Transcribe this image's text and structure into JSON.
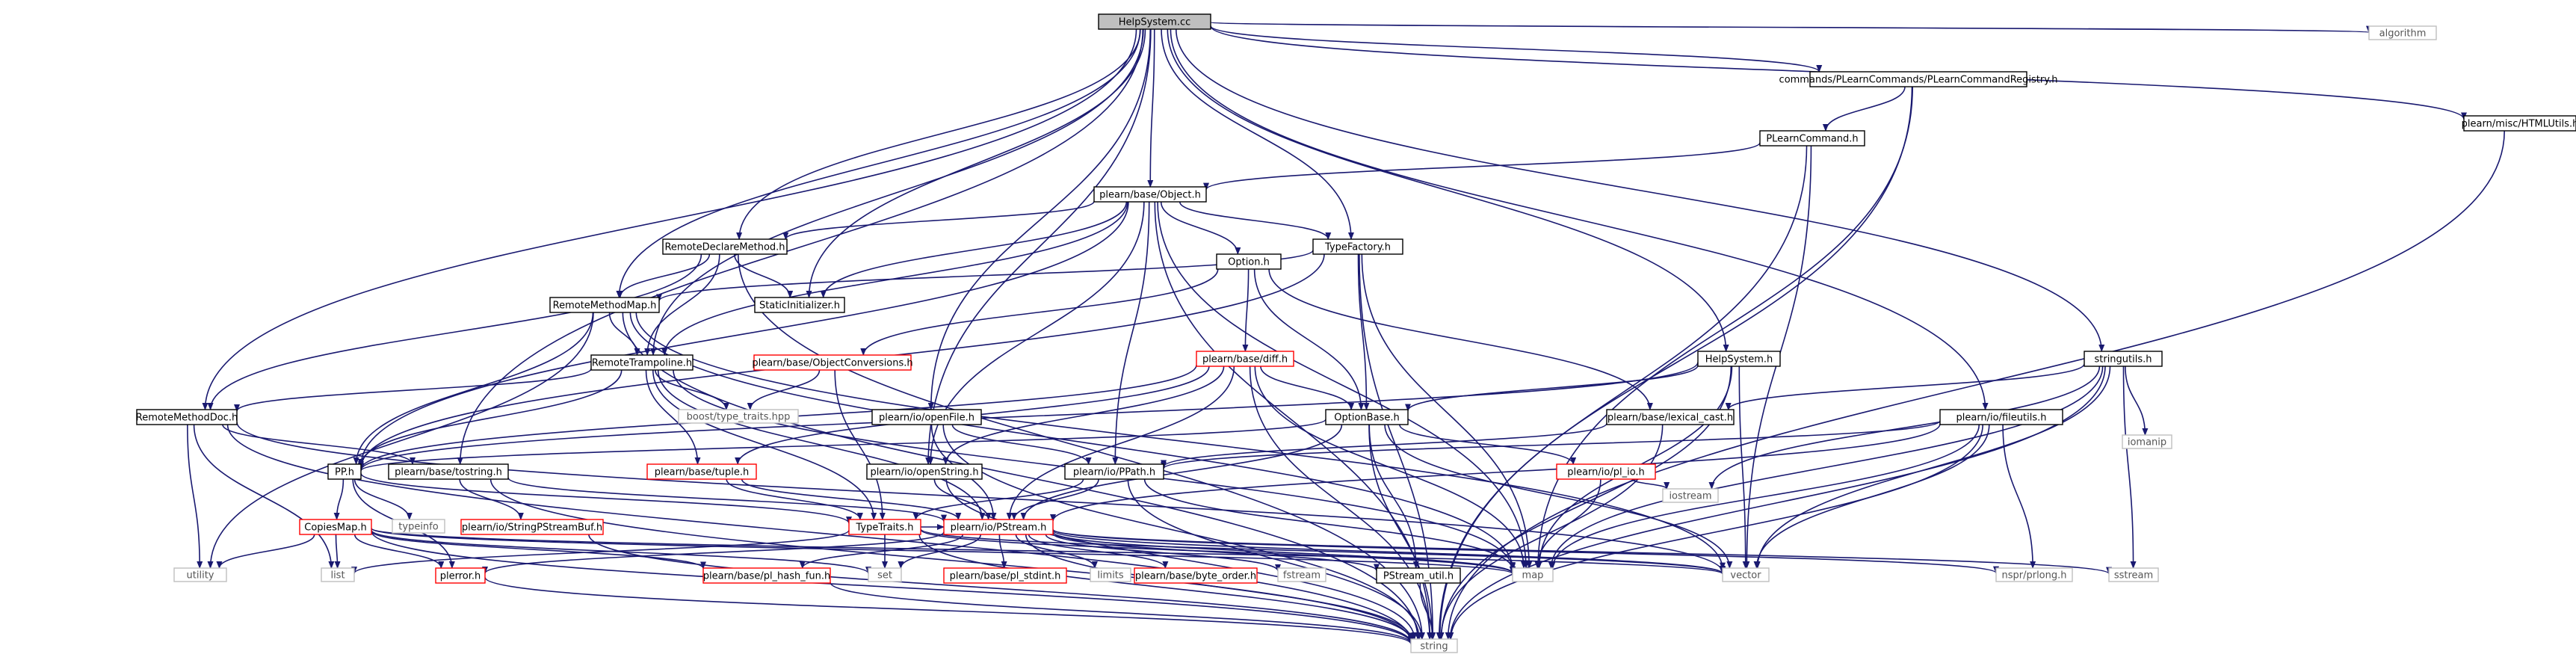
{
  "graph": {
    "colors": {
      "edge": "#191970",
      "root_fill": "#bfbfbf",
      "root_stroke": "#000000",
      "normal_stroke": "#000000",
      "external_stroke": "#bfbfbf",
      "external_text": "#555555",
      "undocumented_stroke": "#ff0000",
      "text": "#000000"
    },
    "legend_note": "",
    "nodes": [
      {
        "id": "helpsystem_cc",
        "label": "HelpSystem.cc",
        "kind": "root"
      },
      {
        "id": "algorithm",
        "label": "algorithm",
        "kind": "external"
      },
      {
        "id": "plearncommandregistry",
        "label": "commands/PLearnCommands/PLearnCommandRegistry.h",
        "kind": "normal"
      },
      {
        "id": "htmlutils",
        "label": "plearn/misc/HTMLUtils.h",
        "kind": "normal"
      },
      {
        "id": "plearncommand",
        "label": "PLearnCommand.h",
        "kind": "normal"
      },
      {
        "id": "object",
        "label": "plearn/base/Object.h",
        "kind": "normal"
      },
      {
        "id": "remotedeclaremethod",
        "label": "RemoteDeclareMethod.h",
        "kind": "normal"
      },
      {
        "id": "typefactory",
        "label": "TypeFactory.h",
        "kind": "normal"
      },
      {
        "id": "remotemethodmap",
        "label": "RemoteMethodMap.h",
        "kind": "normal"
      },
      {
        "id": "staticinitializer",
        "label": "StaticInitializer.h",
        "kind": "normal"
      },
      {
        "id": "option",
        "label": "Option.h",
        "kind": "normal"
      },
      {
        "id": "objectconversions",
        "label": "plearn/base/ObjectConversions.h",
        "kind": "undocumented"
      },
      {
        "id": "diff",
        "label": "plearn/base/diff.h",
        "kind": "undocumented"
      },
      {
        "id": "helpsystem_h",
        "label": "HelpSystem.h",
        "kind": "normal"
      },
      {
        "id": "stringutils",
        "label": "stringutils.h",
        "kind": "normal"
      },
      {
        "id": "remotetrampoline",
        "label": "RemoteTrampoline.h",
        "kind": "normal"
      },
      {
        "id": "typetraits_hpp",
        "label": "boost/type_traits.hpp",
        "kind": "external"
      },
      {
        "id": "openfile",
        "label": "plearn/io/openFile.h",
        "kind": "normal"
      },
      {
        "id": "optionbase",
        "label": "OptionBase.h",
        "kind": "normal"
      },
      {
        "id": "lexical_cast",
        "label": "plearn/base/lexical_cast.h",
        "kind": "normal"
      },
      {
        "id": "fileutils",
        "label": "plearn/io/fileutils.h",
        "kind": "normal"
      },
      {
        "id": "iomanip",
        "label": "iomanip",
        "kind": "external"
      },
      {
        "id": "remotemethoddoc",
        "label": "RemoteMethodDoc.h",
        "kind": "normal"
      },
      {
        "id": "tuple",
        "label": "plearn/base/tuple.h",
        "kind": "undocumented"
      },
      {
        "id": "openstring",
        "label": "plearn/io/openString.h",
        "kind": "normal"
      },
      {
        "id": "ppath",
        "label": "plearn/io/PPath.h",
        "kind": "normal"
      },
      {
        "id": "pl_io",
        "label": "plearn/io/pl_io.h",
        "kind": "undocumented"
      },
      {
        "id": "pp",
        "label": "PP.h",
        "kind": "normal"
      },
      {
        "id": "tostring",
        "label": "plearn/base/tostring.h",
        "kind": "normal"
      },
      {
        "id": "iostream",
        "label": "iostream",
        "kind": "external"
      },
      {
        "id": "typeinfo",
        "label": "typeinfo",
        "kind": "external"
      },
      {
        "id": "stringpstreambuf",
        "label": "plearn/io/StringPStreamBuf.h",
        "kind": "undocumented"
      },
      {
        "id": "typetraits_h",
        "label": "TypeTraits.h",
        "kind": "undocumented"
      },
      {
        "id": "pstream",
        "label": "plearn/io/PStream.h",
        "kind": "undocumented"
      },
      {
        "id": "copiesmap",
        "label": "CopiesMap.h",
        "kind": "undocumented"
      },
      {
        "id": "utility",
        "label": "utility",
        "kind": "external"
      },
      {
        "id": "list",
        "label": "list",
        "kind": "external"
      },
      {
        "id": "plerror",
        "label": "plerror.h",
        "kind": "undocumented"
      },
      {
        "id": "pl_hash_fun",
        "label": "plearn/base/pl_hash_fun.h",
        "kind": "undocumented"
      },
      {
        "id": "set",
        "label": "set",
        "kind": "external"
      },
      {
        "id": "pl_stdint",
        "label": "plearn/base/pl_stdint.h",
        "kind": "undocumented"
      },
      {
        "id": "limits",
        "label": "limits",
        "kind": "external"
      },
      {
        "id": "byte_order",
        "label": "plearn/base/byte_order.h",
        "kind": "undocumented"
      },
      {
        "id": "fstream",
        "label": "fstream",
        "kind": "external"
      },
      {
        "id": "pstream_util",
        "label": "PStream_util.h",
        "kind": "normal"
      },
      {
        "id": "map",
        "label": "map",
        "kind": "external"
      },
      {
        "id": "vector",
        "label": "vector",
        "kind": "external"
      },
      {
        "id": "prlong",
        "label": "nspr/prlong.h",
        "kind": "external"
      },
      {
        "id": "sstream",
        "label": "sstream",
        "kind": "external"
      },
      {
        "id": "string",
        "label": "string",
        "kind": "external"
      }
    ],
    "edges": [
      [
        "helpsystem_cc",
        "algorithm"
      ],
      [
        "helpsystem_cc",
        "plearncommandregistry"
      ],
      [
        "helpsystem_cc",
        "htmlutils"
      ],
      [
        "helpsystem_cc",
        "object"
      ],
      [
        "helpsystem_cc",
        "remotedeclaremethod"
      ],
      [
        "helpsystem_cc",
        "typefactory"
      ],
      [
        "helpsystem_cc",
        "remotemethodmap"
      ],
      [
        "helpsystem_cc",
        "staticinitializer"
      ],
      [
        "helpsystem_cc",
        "helpsystem_h"
      ],
      [
        "helpsystem_cc",
        "stringutils"
      ],
      [
        "helpsystem_cc",
        "remotetrampoline"
      ],
      [
        "helpsystem_cc",
        "openfile"
      ],
      [
        "helpsystem_cc",
        "fileutils"
      ],
      [
        "helpsystem_cc",
        "remotemethoddoc"
      ],
      [
        "helpsystem_cc",
        "openstring"
      ],
      [
        "helpsystem_cc",
        "tostring"
      ],
      [
        "plearncommandregistry",
        "plearncommand"
      ],
      [
        "plearncommandregistry",
        "map"
      ],
      [
        "plearncommandregistry",
        "string"
      ],
      [
        "htmlutils",
        "string"
      ],
      [
        "plearncommand",
        "object"
      ],
      [
        "plearncommand",
        "vector"
      ],
      [
        "plearncommand",
        "string"
      ],
      [
        "object",
        "remotedeclaremethod"
      ],
      [
        "object",
        "typefactory"
      ],
      [
        "object",
        "staticinitializer"
      ],
      [
        "object",
        "option"
      ],
      [
        "object",
        "remotetrampoline"
      ],
      [
        "object",
        "pp"
      ],
      [
        "object",
        "openstring"
      ],
      [
        "object",
        "ppath"
      ],
      [
        "object",
        "map"
      ],
      [
        "object",
        "string"
      ],
      [
        "remotedeclaremethod",
        "remotemethodmap"
      ],
      [
        "remotedeclaremethod",
        "staticinitializer"
      ],
      [
        "remotedeclaremethod",
        "remotetrampoline"
      ],
      [
        "remotedeclaremethod",
        "remotemethoddoc"
      ],
      [
        "remotedeclaremethod",
        "string"
      ],
      [
        "typefactory",
        "remotemethodmap"
      ],
      [
        "typefactory",
        "optionbase"
      ],
      [
        "typefactory",
        "pp"
      ],
      [
        "typefactory",
        "map"
      ],
      [
        "typefactory",
        "string"
      ],
      [
        "remotemethodmap",
        "remotetrampoline"
      ],
      [
        "remotemethodmap",
        "pp"
      ],
      [
        "remotemethodmap",
        "map"
      ],
      [
        "remotemethodmap",
        "string"
      ],
      [
        "remotemethodmap",
        "vector"
      ],
      [
        "remotemethodmap",
        "utility"
      ],
      [
        "option",
        "objectconversions"
      ],
      [
        "option",
        "diff"
      ],
      [
        "option",
        "optionbase"
      ],
      [
        "option",
        "lexical_cast"
      ],
      [
        "objectconversions",
        "typetraits_hpp"
      ],
      [
        "objectconversions",
        "typetraits_h"
      ],
      [
        "diff",
        "optionbase"
      ],
      [
        "diff",
        "pp"
      ],
      [
        "diff",
        "openstring"
      ],
      [
        "diff",
        "pstream"
      ],
      [
        "diff",
        "map"
      ],
      [
        "diff",
        "string"
      ],
      [
        "diff",
        "tuple"
      ],
      [
        "helpsystem_h",
        "optionbase"
      ],
      [
        "helpsystem_h",
        "map"
      ],
      [
        "helpsystem_h",
        "vector"
      ],
      [
        "helpsystem_h",
        "string"
      ],
      [
        "helpsystem_h",
        "pp"
      ],
      [
        "stringutils",
        "lexical_cast"
      ],
      [
        "stringutils",
        "iomanip"
      ],
      [
        "stringutils",
        "sstream"
      ],
      [
        "stringutils",
        "map"
      ],
      [
        "stringutils",
        "vector"
      ],
      [
        "stringutils",
        "string"
      ],
      [
        "stringutils",
        "iostream"
      ],
      [
        "remotetrampoline",
        "typetraits_hpp"
      ],
      [
        "remotetrampoline",
        "remotemethoddoc"
      ],
      [
        "remotetrampoline",
        "pp"
      ],
      [
        "remotetrampoline",
        "tuple"
      ],
      [
        "remotetrampoline",
        "pstream"
      ],
      [
        "remotetrampoline",
        "typetraits_h"
      ],
      [
        "remotetrampoline",
        "map"
      ],
      [
        "openfile",
        "ppath"
      ],
      [
        "openfile",
        "pstream"
      ],
      [
        "openfile",
        "string"
      ],
      [
        "optionbase",
        "pp"
      ],
      [
        "optionbase",
        "pstream"
      ],
      [
        "optionbase",
        "pstream_util"
      ],
      [
        "optionbase",
        "pl_io"
      ],
      [
        "optionbase",
        "vector"
      ],
      [
        "optionbase",
        "string"
      ],
      [
        "lexical_cast",
        "string"
      ],
      [
        "lexical_cast",
        "ppath"
      ],
      [
        "fileutils",
        "ppath"
      ],
      [
        "fileutils",
        "pstream"
      ],
      [
        "fileutils",
        "map"
      ],
      [
        "fileutils",
        "vector"
      ],
      [
        "fileutils",
        "prlong"
      ],
      [
        "fileutils",
        "string"
      ],
      [
        "remotemethoddoc",
        "utility"
      ],
      [
        "remotemethoddoc",
        "list"
      ],
      [
        "remotemethoddoc",
        "string"
      ],
      [
        "remotemethoddoc",
        "vector"
      ],
      [
        "remotemethoddoc",
        "tostring"
      ],
      [
        "tuple",
        "typetraits_h"
      ],
      [
        "tuple",
        "pstream"
      ],
      [
        "openstring",
        "pstream"
      ],
      [
        "openstring",
        "string"
      ],
      [
        "ppath",
        "pstream"
      ],
      [
        "ppath",
        "string"
      ],
      [
        "ppath",
        "map"
      ],
      [
        "ppath",
        "typetraits_h"
      ],
      [
        "pl_io",
        "map"
      ],
      [
        "pl_io",
        "iostream"
      ],
      [
        "pp",
        "copiesmap"
      ],
      [
        "pp",
        "typeinfo"
      ],
      [
        "pp",
        "typetraits_h"
      ],
      [
        "pp",
        "plerror"
      ],
      [
        "tostring",
        "stringpstreambuf"
      ],
      [
        "tostring",
        "string"
      ],
      [
        "tostring",
        "pstream"
      ],
      [
        "stringpstreambuf",
        "string"
      ],
      [
        "typetraits_h",
        "list"
      ],
      [
        "typetraits_h",
        "map"
      ],
      [
        "typetraits_h",
        "set"
      ],
      [
        "typetraits_h",
        "vector"
      ],
      [
        "typetraits_h",
        "string"
      ],
      [
        "typetraits_h",
        "pstream"
      ],
      [
        "pstream",
        "plerror"
      ],
      [
        "pstream",
        "pl_hash_fun"
      ],
      [
        "pstream",
        "set"
      ],
      [
        "pstream",
        "pl_stdint"
      ],
      [
        "pstream",
        "limits"
      ],
      [
        "pstream",
        "byte_order"
      ],
      [
        "pstream",
        "fstream"
      ],
      [
        "pstream",
        "pstream_util"
      ],
      [
        "pstream",
        "map"
      ],
      [
        "pstream",
        "vector"
      ],
      [
        "pstream",
        "prlong"
      ],
      [
        "pstream",
        "sstream"
      ],
      [
        "pstream",
        "string"
      ],
      [
        "copiesmap",
        "utility"
      ],
      [
        "copiesmap",
        "list"
      ],
      [
        "copiesmap",
        "plerror"
      ],
      [
        "copiesmap",
        "pl_hash_fun"
      ],
      [
        "copiesmap",
        "set"
      ],
      [
        "copiesmap",
        "map"
      ],
      [
        "copiesmap",
        "string"
      ],
      [
        "copiesmap",
        "vector"
      ],
      [
        "plerror",
        "string"
      ],
      [
        "pl_hash_fun",
        "string"
      ],
      [
        "pstream_util",
        "string"
      ]
    ]
  }
}
